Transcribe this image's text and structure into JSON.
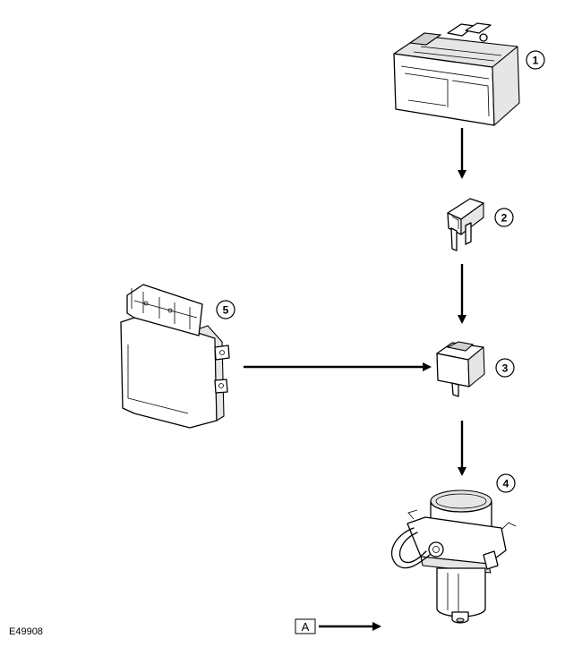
{
  "figure_id": "E49908",
  "callouts": [
    "1",
    "2",
    "3",
    "4",
    "5"
  ],
  "reference_box": "A",
  "icons": {
    "battery": "battery-icon",
    "fuse": "fuse-icon",
    "relay": "relay-icon",
    "pump": "vacuum-pump-icon",
    "module": "control-module-icon"
  }
}
